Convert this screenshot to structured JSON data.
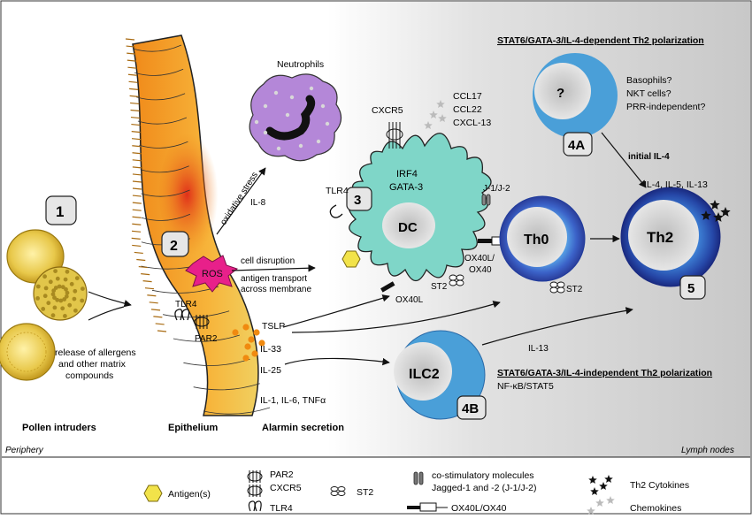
{
  "headings": {
    "dependent": "STAT6/GATA-3/IL-4-dependent Th2 polarization",
    "independent": "STAT6/GATA-3/IL-4-independent Th2 polarization",
    "independent_sub": "NF-κB/STAT5"
  },
  "regions": {
    "periphery": "Periphery",
    "lymph": "Lymph nodes"
  },
  "steps": {
    "s1": "1",
    "s2": "2",
    "s3": "3",
    "s4a": "4A",
    "s4b": "4B",
    "s5": "5"
  },
  "pollen": {
    "caption": "Pollen intruders",
    "release": [
      "release of allergens",
      "and other matrix",
      "compounds"
    ]
  },
  "epithelium": {
    "caption": "Epithelium",
    "ros": "ROS",
    "tlr4": "TLR4",
    "par2": "PAR2"
  },
  "neutrophils": {
    "label": "Neutrophils",
    "stress": "oxidative stress",
    "il8": "IL-8"
  },
  "disruption": {
    "line1": "cell disruption",
    "line2": "antigen transport",
    "line3": "across membrane"
  },
  "alarmins": {
    "tslp": "TSLP",
    "il33": "IL-33",
    "il25": "IL-25",
    "others": "IL-1, IL-6, TNFα",
    "caption": "Alarmin secretion"
  },
  "dc": {
    "name": "DC",
    "irf4": "IRF4",
    "gata3": "GATA-3",
    "cxcr5": "CXCR5",
    "tlr4": "TLR4",
    "chemokines": [
      "CCL17",
      "CCL22",
      "CXCL-13"
    ],
    "jagged": "J-1/J-2",
    "ox40l": "OX40L",
    "ox40": "OX40L/",
    "ox40b": "OX40",
    "st2": "ST2"
  },
  "th0": {
    "name": "Th0",
    "st2": "ST2"
  },
  "th2": {
    "name": "Th2",
    "cytokines": "IL-4, IL-5, IL-13"
  },
  "unknown": {
    "mark": "?",
    "options": [
      "Basophils?",
      "NKT cells?",
      "PRR-independent?"
    ],
    "il4": "initial IL-4"
  },
  "ilc2": {
    "name": "ILC2",
    "il13": "IL-13"
  },
  "legend": {
    "antigen": "Antigen(s)",
    "par2": "PAR2",
    "cxcr5": "CXCR5",
    "tlr4": "TLR4",
    "st2": "ST2",
    "costim1": "co-stimulatory molecules",
    "costim2": "Jagged-1 and -2 (J-1/J-2)",
    "ox40": "OX40L/OX40",
    "th2cyt": "Th2 Cytokines",
    "chemokines": "Chemokines"
  },
  "colors": {
    "dc": "#7fd6c8",
    "th_blue": "#1f3b9c",
    "th_light": "#55a8e0",
    "ilc_blue": "#4a9fd8",
    "ros": "#e8208a",
    "neutrophil": "#b487d8",
    "epi_orange": "#f5a623",
    "antigen": "#f2e34a",
    "lymph_bg": "#d2d2d2"
  }
}
